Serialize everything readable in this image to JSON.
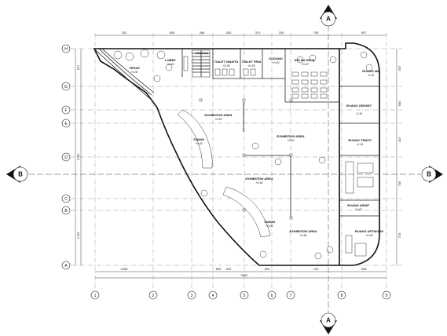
{
  "grid": {
    "columns": [
      "1",
      "2",
      "3",
      "4",
      "5",
      "6",
      "7",
      "8",
      "9"
    ],
    "rows": [
      "H",
      "G",
      "F",
      "E",
      "D",
      "C",
      "B",
      "A"
    ]
  },
  "dimensions": {
    "top": [
      "781",
      "605",
      "265",
      "430",
      "370",
      "230",
      "705",
      "507"
    ],
    "bottom": [
      "1283",
      "690",
      "690",
      "600",
      "720",
      "508"
    ],
    "bottom_total": "3600",
    "right": [
      "507",
      "600",
      "423",
      "705",
      "729"
    ],
    "left": [
      "507",
      "1783",
      "1705"
    ]
  },
  "section_markers": {
    "a": "A",
    "b": "B"
  },
  "rooms": [
    {
      "name": "TERAS",
      "elev": "+0.30"
    },
    {
      "name": "LOBBY",
      "elev": "+0.40"
    },
    {
      "name": "TANGGA",
      "elev": ""
    },
    {
      "name": "TOILET WANITA",
      "elev": "+0.35"
    },
    {
      "name": "TOILET PRIA",
      "elev": "+0.35"
    },
    {
      "name": "GUDANG",
      "elev": "+0.40"
    },
    {
      "name": "KELAS KECIL",
      "elev": "+0.40"
    },
    {
      "name": "RUANG ME",
      "elev": "-0.15"
    },
    {
      "name": "RUANG GENSET",
      "elev": "-0.15"
    },
    {
      "name": "RUANG TRAFO",
      "elev": "-0.15"
    },
    {
      "name": "EXHIBITION AREA",
      "elev": "+0.40"
    },
    {
      "name": "EXHIBITION AREA",
      "elev": "+0.40"
    },
    {
      "name": "EXHIBITION AREA",
      "elev": "+0.40"
    },
    {
      "name": "EXHIBITION AREA",
      "elev": "+0.40"
    },
    {
      "name": "TAMAN",
      "elev": "+0.40"
    },
    {
      "name": "TAMAN",
      "elev": "+0.30"
    },
    {
      "name": "RUANG ARSIP",
      "elev": "+0.40"
    },
    {
      "name": "RUANG ARTWORK",
      "elev": "+0.40"
    }
  ]
}
